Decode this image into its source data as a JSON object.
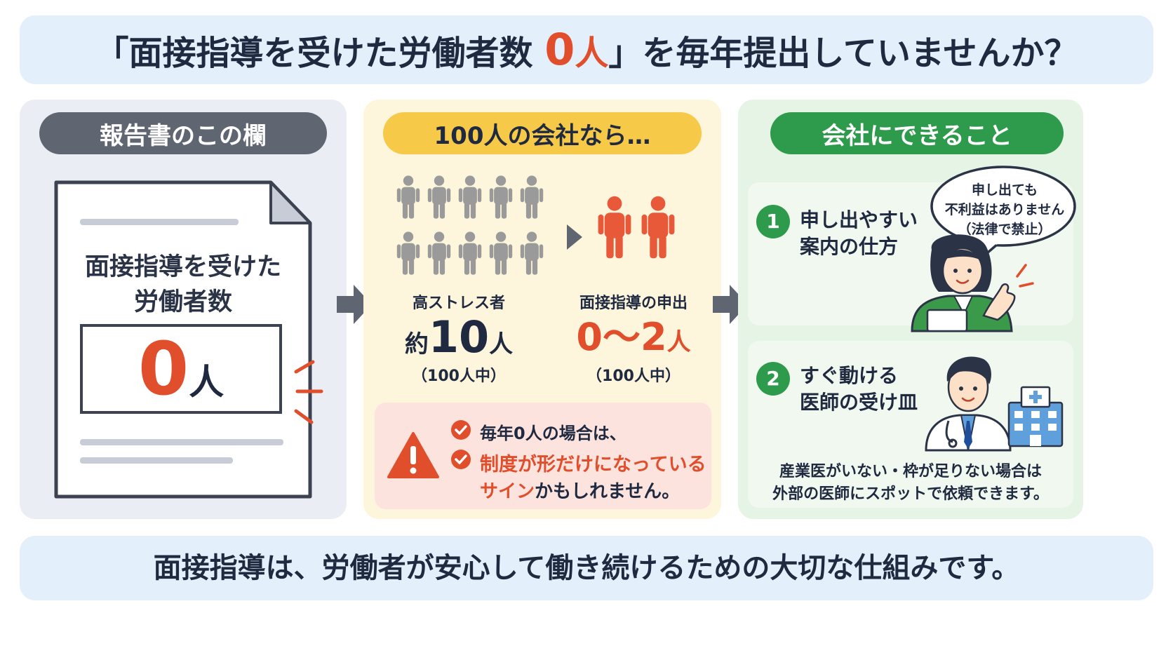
{
  "title": {
    "before": "「面接指導を受けた労働者数 ",
    "highlight_num": "0",
    "highlight_unit": "人",
    "after": "」を毎年提出していませんか？"
  },
  "left": {
    "header": "報告書のこの欄",
    "doc_line1": "面接指導を受けた",
    "doc_line2": "労働者数",
    "value_num": "0",
    "value_unit": "人"
  },
  "middle": {
    "header": "100人の会社なら…",
    "high_stress_label": "高ストレス者",
    "high_stress_prefix": "約",
    "high_stress_num": "10",
    "high_stress_unit": "人",
    "high_stress_sub": "（100人中）",
    "request_label": "面接指導の申出",
    "request_num": "0～2",
    "request_unit": "人",
    "request_sub": "（100人中）",
    "warning": {
      "line1": "毎年0人の場合は、",
      "line2": "制度が形だけになっている",
      "line3_red": "サイン",
      "line3_rest": "かもしれません。"
    },
    "gray_people_count": 10,
    "red_people_count": 2
  },
  "right": {
    "header": "会社にできること",
    "item1": {
      "num": "1",
      "line1": "申し出やすい",
      "line2": "案内の仕方"
    },
    "speech": {
      "line1": "申し出ても",
      "line2": "不利益はありません",
      "line3": "（法律で禁止）"
    },
    "item2": {
      "num": "2",
      "line1": "すぐ動ける",
      "line2": "医師の受け皿"
    },
    "note_line1": "産業医がいない・枠が足りない場合は",
    "note_line2": "外部の医師にスポットで依頼できます。"
  },
  "footer": "面接指導は、労働者が安心して働き続けるための大切な仕組みです。",
  "colors": {
    "accent_red": "#e04e2c",
    "left_header": "#5f6672",
    "middle_header": "#f7c948",
    "right_header": "#2e9a4c",
    "top_band": "#e3effb"
  }
}
